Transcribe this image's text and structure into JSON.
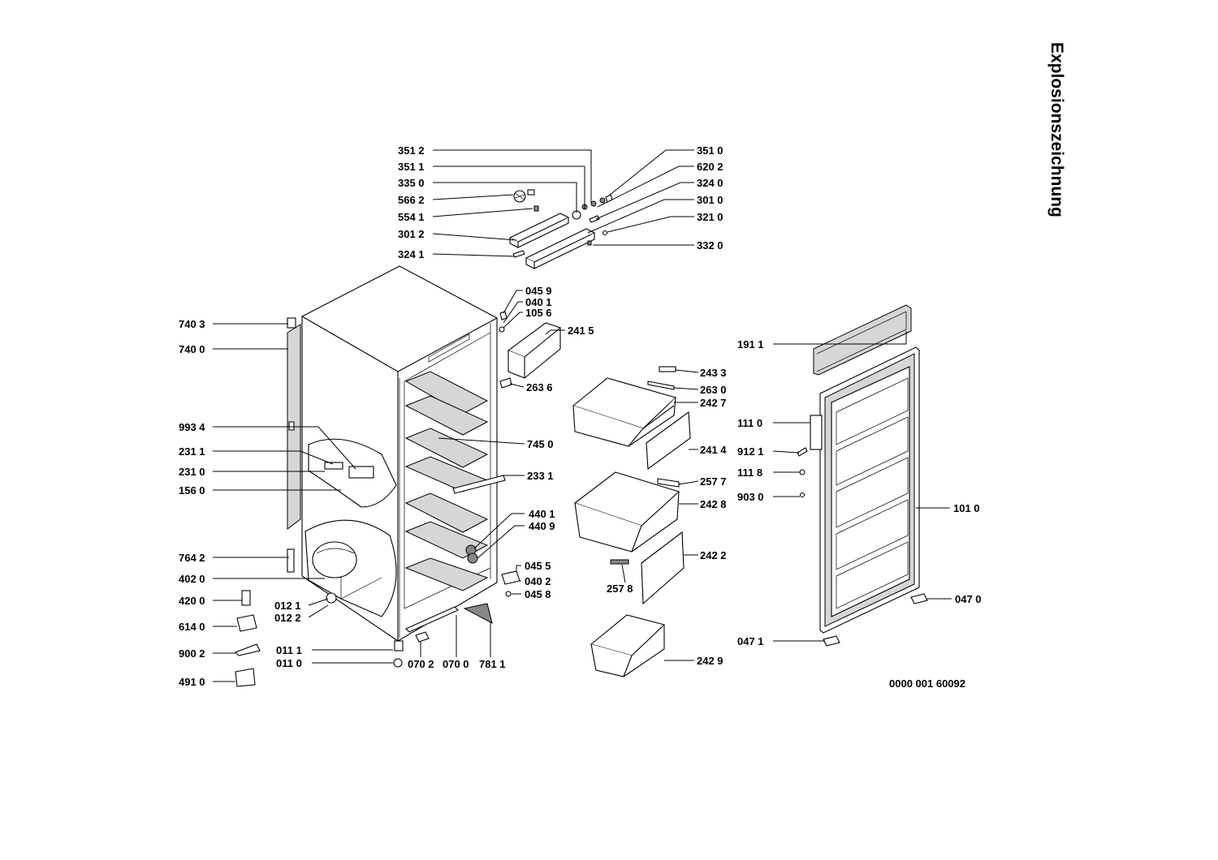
{
  "title": "Explosionszeichnung",
  "drawing_number": "0000 001 60092",
  "labels": [
    "351 2",
    "351 1",
    "335 0",
    "566 2",
    "554 1",
    "301 2",
    "324 1",
    "351 0",
    "620 2",
    "324 0",
    "301 0",
    "321 0",
    "332 0",
    "045 9",
    "040 1",
    "105 6",
    "241 5",
    "263 6",
    "740 3",
    "740 0",
    "993 4",
    "231 1",
    "231 0",
    "156 0",
    "764 2",
    "402 0",
    "420 0",
    "614 0",
    "900 2",
    "491 0",
    "012 1",
    "012 2",
    "011 1",
    "011 0",
    "070 2",
    "070 0",
    "781 1",
    "745 0",
    "233 1",
    "440 1",
    "440 9",
    "045 5",
    "040 2",
    "045 8",
    "243 3",
    "263 0",
    "242 7",
    "241 4",
    "257 7",
    "242 8",
    "242 2",
    "257 8",
    "242 9",
    "191 1",
    "111 0",
    "912 1",
    "111 8",
    "903 0",
    "101 0",
    "047 0",
    "047 1"
  ]
}
